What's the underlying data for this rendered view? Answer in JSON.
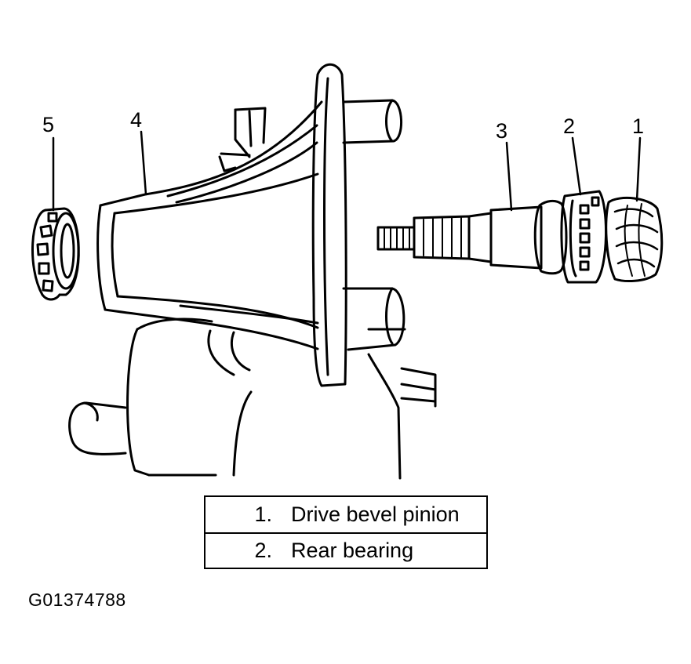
{
  "callouts": {
    "c1": "1",
    "c2": "2",
    "c3": "3",
    "c4": "4",
    "c5": "5"
  },
  "legend": {
    "items": [
      {
        "number": "1.",
        "label": "Drive bevel pinion"
      },
      {
        "number": "2.",
        "label": "Rear bearing"
      }
    ]
  },
  "figure_id": "G01374788"
}
